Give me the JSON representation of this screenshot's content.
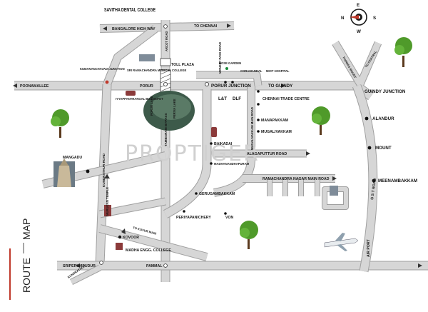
{
  "compass": {
    "north": "N",
    "south": "S",
    "east": "E",
    "west": "W"
  },
  "watermark": "PROPTIGER",
  "title": {
    "route": "ROUTE",
    "map": "MAP"
  },
  "roads": {
    "bangalore_highway": "BANGALORE HIGH WAY",
    "to_chennai": "TO CHENNAI",
    "poonamallee": "POONAMALLEE",
    "porur": "PORUR",
    "porur_junction": "PORUR JUNCTION",
    "to_guindy": "TO GUINDY",
    "kundrathur_road": "KUNDRATHUR ROAD",
    "to_kovur_main": "TO KOVUR MAIN",
    "sriperumpudur": "SRIPERUMPUDUR",
    "pammal": "PAMMAL",
    "kundrathur": "KUNDRATHUR",
    "arcot_road": "ARCOT ROAD",
    "mugalivakkam_main_road": "MUGALIVAKKAM MAIN ROAD",
    "thambaram_bypass": "TAMBARAM BYPASS",
    "porur_lake": "PORUR LAKE",
    "periya_lake": "PERIYA LAKE",
    "alagapuri_road": "ALAGAPUTTUR ROAD",
    "ramachandra_nagar_main_road": "RAMACHANDRA NAGAR MAIN ROAD",
    "gst_road": "G S T ROAD",
    "st_thomas_mount": "THOMAS MOUNT",
    "to_central": "TO CENTRAL",
    "gst_to_airport": "MONKEY PASS ROAD"
  },
  "places": {
    "savitha_dental": "SAVITHA DENTAL COLLEGE",
    "toll_plaza": "TOLL PLAZA",
    "kumananchavadi_junction": "KUMANANCHAVADI JUNCTION",
    "sri_ramachandra": "SRI RAMACHANDRA MEDICAL COLLEGE",
    "iyyappanthangal": "IYYAPPANTHANGAL BUS DEPOT",
    "bose_garden": "BOSE GARDEN",
    "coramandal": "CORAMANDAL",
    "miot": "MIOT HOSPITAL",
    "lt": "L&T",
    "dlf": "DLF",
    "chennai_trade_centre": "CHENNAI TRADE CENTRE",
    "guindy_junction": "GUINDY JUNCTION",
    "manapakkam": "MANAPAKKAM",
    "mugalivakkam": "MUGALIVAKKAM",
    "alandur": "ALANDUR",
    "mount": "MOUNT",
    "meenambakkam": "MEENAMBAKKAM",
    "baikadai": "BAIKADAI",
    "madhanandhapuram": "MADHANANDHAPURAM",
    "mangadu": "MANGADU",
    "gerugambakkam": "GERUGAMBAKKAM",
    "periyapanichery": "PERIYAPANICHERY",
    "von": "VON",
    "kovoor": "KOVOOR",
    "madha_engg": "MADHA ENGG. COLLEGE",
    "airport": "AIR PORT",
    "muruga_temple": "MURUGAN TEMPLE"
  },
  "colors": {
    "road_outline": "#9f9f9f",
    "road_fill": "#d6d6d6",
    "lake": "#3d5a4a",
    "tree": "#4f9a2a",
    "marker_red": "#c0392b",
    "compass_ring": "#1a1a1a"
  },
  "icons": [
    "compass-icon",
    "tree-icon",
    "temple-icon",
    "airplane-icon",
    "building-icon",
    "bus-icon",
    "arrow-icon"
  ]
}
